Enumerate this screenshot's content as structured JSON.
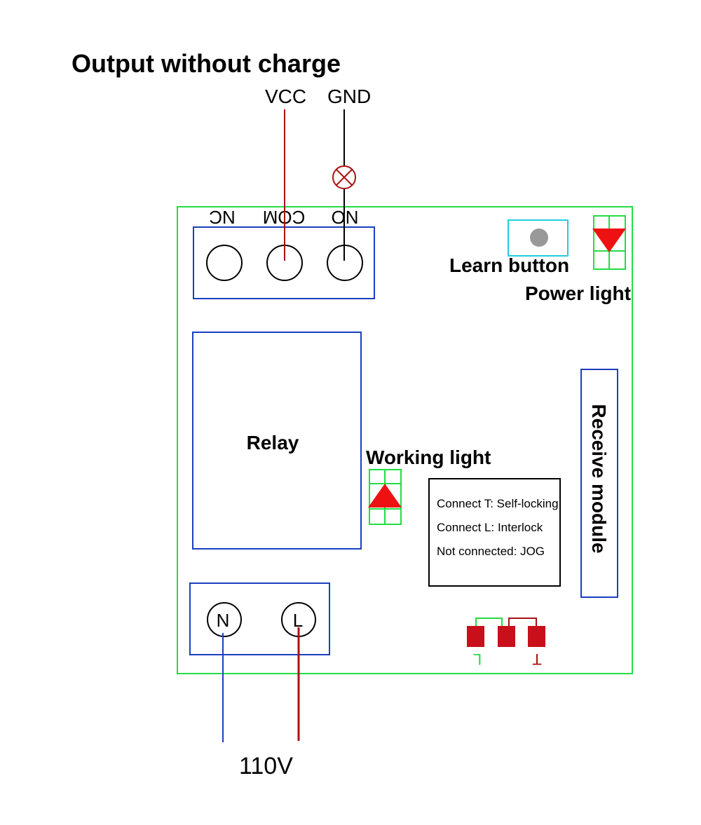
{
  "title": "Output without charge",
  "top_wires": {
    "vcc_label": "VCC",
    "gnd_label": "GND"
  },
  "output_terminal": {
    "nc_label": "NC",
    "com_label": "COM",
    "no_label": "NO"
  },
  "learn_button_label": "Learn button",
  "power_light_label": "Power light",
  "relay_label": "Relay",
  "working_light_label": "Working light",
  "mode_note": {
    "line1": "Connect T: Self-locking",
    "line2": "Connect L: Interlock",
    "line3": "Not connected: JOG"
  },
  "receive_module_label": "Receive module",
  "input_terminal": {
    "n_label": "N",
    "l_label": "L"
  },
  "jumper": {
    "l_label": "L",
    "t_label": "T"
  },
  "supply_label": "110V",
  "colors": {
    "board_outline": "#22dd44",
    "terminal_block": "#1a3fbf",
    "live_wire": "#aa1111",
    "neutral_wire": "#1a3fbf",
    "led": "#ee1111",
    "learn_button_frame": "#22ccdd",
    "learn_button": "#999999"
  }
}
